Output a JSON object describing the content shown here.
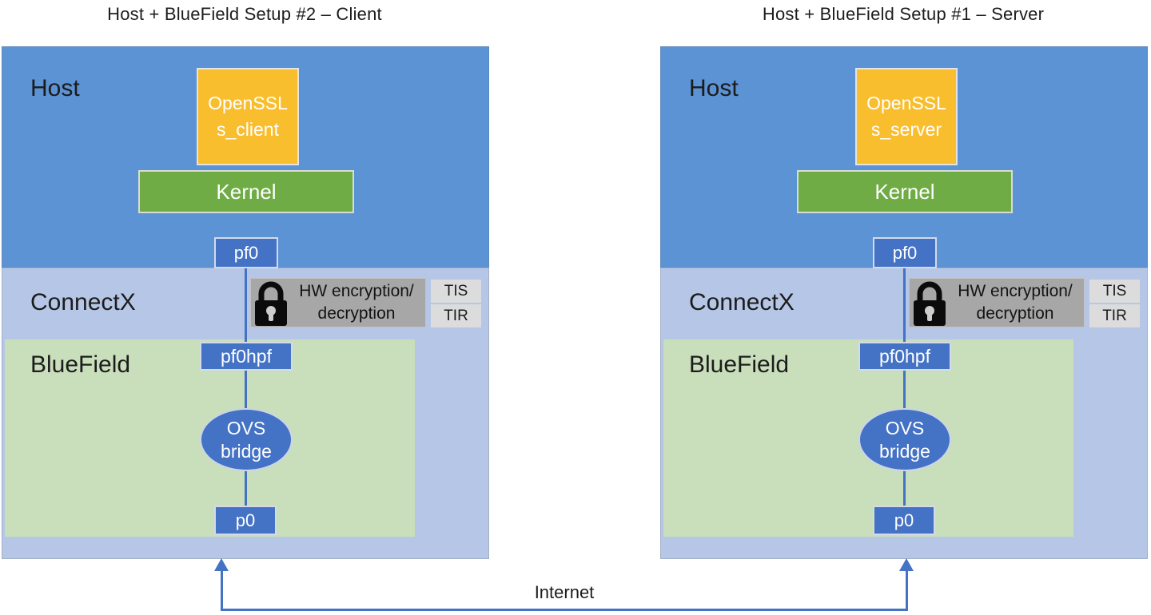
{
  "diagram": {
    "internet_label": "Internet",
    "colors": {
      "host_blue": "#5b93d5",
      "connectx_light_blue": "#b6c6e6",
      "bluefield_green": "#c9debb",
      "kernel_green": "#6fac46",
      "openssl_gold": "#f9be2e",
      "component_blue": "#4472c4",
      "hw_grey": "#a7a7a7",
      "tag_grey": "#dcdcdc",
      "connector_blue": "#4472c4"
    },
    "setups": [
      {
        "title": "Host + BlueField Setup #2 – Client",
        "host_label": "Host",
        "openssl_line1": "OpenSSL",
        "openssl_line2": "s_client",
        "kernel_label": "Kernel",
        "pf0_label": "pf0",
        "connectx_label": "ConnectX",
        "hw_line1": "HW encryption/",
        "hw_line2": "decryption",
        "tis_label": "TIS",
        "tir_label": "TIR",
        "bluefield_label": "BlueField",
        "pf0hpf_label": "pf0hpf",
        "ovs_line1": "OVS",
        "ovs_line2": "bridge",
        "p0_label": "p0"
      },
      {
        "title": "Host + BlueField Setup #1 – Server",
        "host_label": "Host",
        "openssl_line1": "OpenSSL",
        "openssl_line2": "s_server",
        "kernel_label": "Kernel",
        "pf0_label": "pf0",
        "connectx_label": "ConnectX",
        "hw_line1": "HW encryption/",
        "hw_line2": "decryption",
        "tis_label": "TIS",
        "tir_label": "TIR",
        "bluefield_label": "BlueField",
        "pf0hpf_label": "pf0hpf",
        "ovs_line1": "OVS",
        "ovs_line2": "bridge",
        "p0_label": "p0"
      }
    ]
  }
}
